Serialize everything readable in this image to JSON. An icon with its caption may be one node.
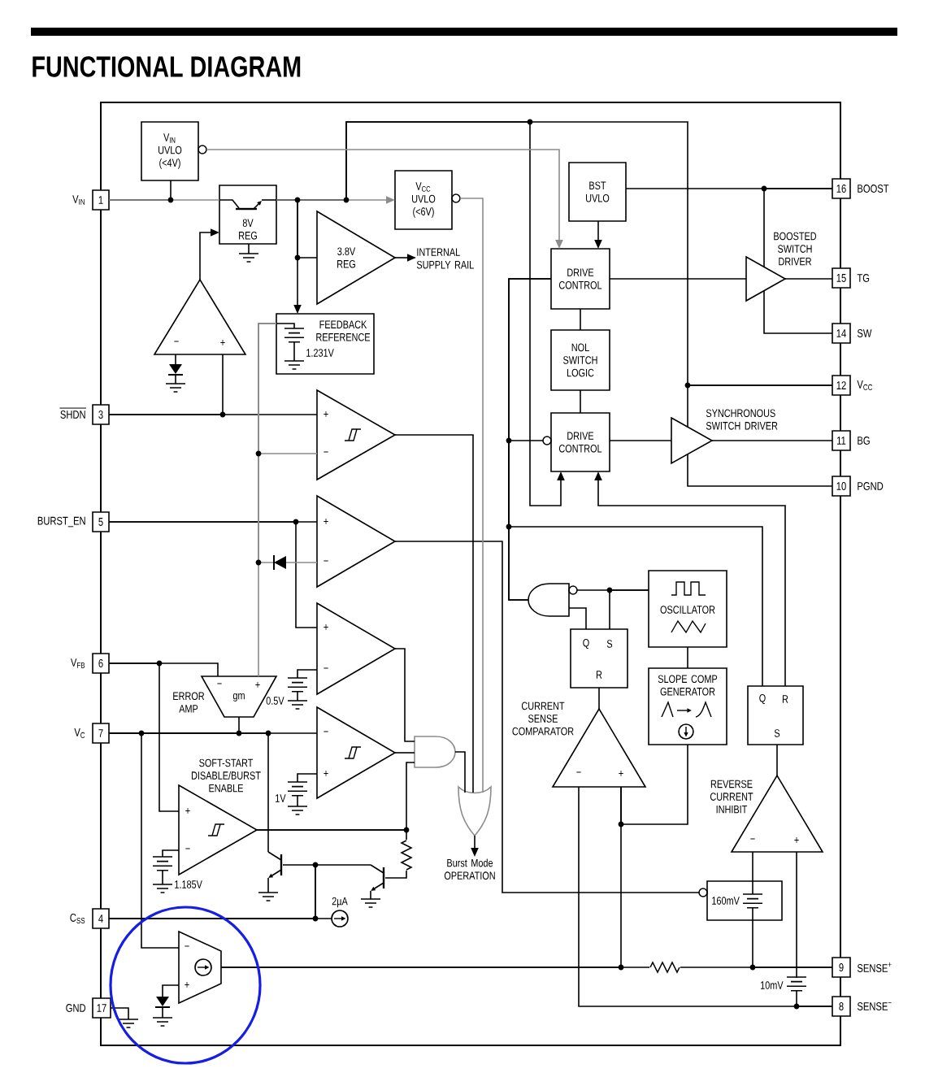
{
  "diagram": {
    "title": "FUNCTIONAL DIAGRAM",
    "nodes": [
      {
        "text": [
          "V$_{IN}$ UVLO (<4V)"
        ]
      },
      {
        "text": [
          "BST UVLO"
        ]
      },
      {
        "text": [
          "16"
        ],
        "beside": [
          "BOOST"
        ]
      },
      {
        "text": [
          "1"
        ],
        "beside": [
          "V$_{IN}$"
        ]
      },
      {
        "text": [
          "8V REG"
        ]
      },
      {
        "text": [
          "V$_{CC}$ UVLO (<6V)"
        ]
      },
      {
        "text": [
          "3.8V REG"
        ]
      },
      {
        "text": [
          "INTERNAL SUPPLY RAIL"
        ]
      },
      {
        "text": [
          "DRIVE CONTROL"
        ]
      },
      {
        "text": [],
        "shape": "triangle",
        "beside": [
          "BOOSTED SWITCH DRIVER"
        ]
      },
      {
        "text": [
          "15"
        ],
        "beside": [
          "TG"
        ]
      },
      {
        "text": [
          "−",
          "+"
        ]
      },
      {
        "text": [
          "FEEDBACK REFERENCE",
          "1.231V"
        ]
      },
      {
        "text": [
          "NOL SWITCH LOGIC"
        ]
      },
      {
        "text": [
          "14"
        ],
        "beside": [
          "SW"
        ]
      },
      {
        "text": [
          "12"
        ],
        "beside": [
          "V$_{CC}$"
        ]
      },
      {
        "text": [
          "3"
        ],
        "beside": [
          "SHDN"
        ]
      },
      {
        "text": [
          "+",
          "−"
        ]
      },
      {
        "text": [
          "DRIVE CONTROL"
        ]
      },
      {
        "text": [],
        "shape": "triangle",
        "beside": [
          "SYNCHRONOUS SWITCH DRIVER"
        ]
      },
      {
        "text": [
          "11"
        ],
        "beside": [
          "BG"
        ]
      },
      {
        "text": [
          "10"
        ],
        "beside": [
          "PGND"
        ]
      },
      {
        "text": [
          "5"
        ],
        "beside": [
          "BURST_EN"
        ]
      },
      {
        "text": [
          "+",
          "−"
        ]
      },
      {
        "text": [
          "OSCILLATOR"
        ]
      },
      {
        "text": [],
        "shape": "gate"
      },
      {
        "text": [
          "+",
          "−"
        ]
      },
      {
        "text": [
          "Q",
          "S",
          "R"
        ]
      },
      {
        "text": [
          "6"
        ],
        "beside": [
          "V$_{FB}$"
        ]
      },
      {
        "text": [
          "−",
          "gm",
          "+"
        ],
        "beside": [
          "ERROR AMP"
        ]
      },
      {
        "text": [
          "SLOPE COMP GENERATOR"
        ]
      },
      {
        "text": [
          "Q",
          "R",
          "S"
        ]
      },
      {
        "text": [
          "−",
          "+"
        ],
        "beside": [
          "CURRENT SENSE COMPARATOR"
        ]
      },
      {
        "text": [
          "−",
          "+"
        ]
      },
      {
        "text": [
          "7"
        ],
        "beside": [
          "V$_{C}$"
        ]
      },
      {
        "text": [],
        "shape": "gate"
      },
      {
        "text": [
          "+",
          "−"
        ],
        "beside": [
          "SOFT-START DISABLE/BURST ENABLE"
        ]
      },
      {
        "text": [],
        "shape": "gate"
      },
      {
        "text": [
          "−",
          "+"
        ],
        "beside": [
          "REVERSE CURRENT INHIBIT"
        ]
      },
      {
        "text": [
          "Burst Mode OPERATION"
        ]
      },
      {
        "text": [
          "160mV"
        ]
      },
      {
        "text": [
          "4"
        ],
        "beside": [
          "C$_{SS}$"
        ]
      },
      {
        "text": [
          "−",
          "+"
        ]
      },
      {
        "text": [
          "9"
        ],
        "beside": [
          "SENSE$^{+}$"
        ]
      },
      {
        "text": [
          "8"
        ],
        "beside": [
          "SENSE$^{−}$"
        ]
      },
      {
        "text": [
          "17"
        ],
        "beside": [
          "GND"
        ]
      },
      {
        "text": [],
        "shape": "diode"
      },
      {
        "text": [],
        "shape": "transistor"
      },
      {
        "text": [],
        "shape": "transistor"
      },
      {
        "text": [],
        "shape": "circle",
        "beside": [
          "2µA"
        ]
      }
    ],
    "edges": [
      {
        "from": 3,
        "to": 0,
        "arrow": "none"
      },
      {
        "from": 3,
        "to": 4,
        "arrow": "none",
        "color": "#8c8c8c"
      },
      {
        "from": 4,
        "to": 5,
        "arrow": "to",
        "color": "#8c8c8c"
      },
      {
        "from": 4,
        "to": 6,
        "arrow": "none"
      },
      {
        "from": 4,
        "to": 12,
        "arrow": "to"
      },
      {
        "from": 4,
        "to": 15,
        "arrow": "none"
      },
      {
        "from": 4,
        "to": 18,
        "arrow": "to"
      },
      {
        "from": 0,
        "to": 8,
        "arrow": "to",
        "color": "#8c8c8c"
      },
      {
        "from": 5,
        "to": 37,
        "arrow": "none",
        "color": "#8c8c8c"
      },
      {
        "from": 6,
        "to": 7,
        "arrow": "to"
      },
      {
        "from": 1,
        "to": 2,
        "arrow": "none"
      },
      {
        "from": 1,
        "to": 8,
        "arrow": "to"
      },
      {
        "from": 2,
        "to": 9,
        "arrow": "none"
      },
      {
        "from": 8,
        "to": 9,
        "arrow": "none"
      },
      {
        "from": 9,
        "to": 10,
        "arrow": "none"
      },
      {
        "from": 9,
        "to": 14,
        "arrow": "none"
      },
      {
        "from": 8,
        "to": 13,
        "arrow": "none"
      },
      {
        "from": 13,
        "to": 18,
        "arrow": "none"
      },
      {
        "from": 18,
        "to": 19,
        "arrow": "none"
      },
      {
        "from": 19,
        "to": 20,
        "arrow": "none"
      },
      {
        "from": 19,
        "to": 21,
        "arrow": "none"
      },
      {
        "from": 15,
        "to": 19,
        "arrow": "none"
      },
      {
        "from": 11,
        "to": 4,
        "arrow": "to"
      },
      {
        "from": 16,
        "to": 11,
        "arrow": "none"
      },
      {
        "from": 16,
        "to": 17,
        "arrow": "none"
      },
      {
        "from": 12,
        "to": 17,
        "arrow": "none",
        "color": "#8c8c8c"
      },
      {
        "from": 12,
        "to": 46,
        "arrow": "none",
        "color": "#8c8c8c"
      },
      {
        "from": 12,
        "to": 29,
        "arrow": "none",
        "color": "#8c8c8c"
      },
      {
        "from": 17,
        "to": 37,
        "arrow": "none"
      },
      {
        "from": 22,
        "to": 23,
        "arrow": "none"
      },
      {
        "from": 22,
        "to": 26,
        "arrow": "none"
      },
      {
        "from": 23,
        "to": 40,
        "arrow": "none"
      },
      {
        "from": 26,
        "to": 35,
        "arrow": "none"
      },
      {
        "from": 33,
        "to": 35,
        "arrow": "none"
      },
      {
        "from": 36,
        "to": 35,
        "arrow": "none"
      },
      {
        "from": 35,
        "to": 37,
        "arrow": "none"
      },
      {
        "from": 37,
        "to": 39,
        "arrow": "to"
      },
      {
        "from": 28,
        "to": 29,
        "arrow": "none"
      },
      {
        "from": 28,
        "to": 36,
        "arrow": "none"
      },
      {
        "from": 29,
        "to": 34,
        "arrow": "none"
      },
      {
        "from": 34,
        "to": 33,
        "arrow": "none"
      },
      {
        "from": 34,
        "to": 42,
        "arrow": "none"
      },
      {
        "from": 42,
        "to": 32,
        "arrow": "none"
      },
      {
        "from": 42,
        "to": 43,
        "arrow": "none"
      },
      {
        "from": 43,
        "to": 40,
        "arrow": "none"
      },
      {
        "from": 40,
        "to": 38,
        "arrow": "none"
      },
      {
        "from": 44,
        "to": 32,
        "arrow": "none"
      },
      {
        "from": 44,
        "to": 38,
        "arrow": "none"
      },
      {
        "from": 30,
        "to": 32,
        "arrow": "none"
      },
      {
        "from": 24,
        "to": 30,
        "arrow": "none"
      },
      {
        "from": 24,
        "to": 25,
        "arrow": "none"
      },
      {
        "from": 24,
        "to": 27,
        "arrow": "none"
      },
      {
        "from": 27,
        "to": 25,
        "arrow": "none"
      },
      {
        "from": 32,
        "to": 27,
        "arrow": "none"
      },
      {
        "from": 38,
        "to": 31,
        "arrow": "none"
      },
      {
        "from": 25,
        "to": 8,
        "arrow": "none"
      },
      {
        "from": 25,
        "to": 18,
        "arrow": "none"
      },
      {
        "from": 31,
        "to": 8,
        "arrow": "none"
      },
      {
        "from": 31,
        "to": 18,
        "arrow": "to"
      },
      {
        "from": 46,
        "to": 23,
        "arrow": "none",
        "color": "#8c8c8c"
      },
      {
        "from": 34,
        "to": 47,
        "arrow": "none"
      },
      {
        "from": 41,
        "to": 47,
        "arrow": "none"
      },
      {
        "from": 41,
        "to": 48,
        "arrow": "none"
      },
      {
        "from": 41,
        "to": 49,
        "arrow": "none"
      },
      {
        "from": 36,
        "to": 48,
        "arrow": "none"
      }
    ],
    "labels": [
      "0.5V",
      "1V",
      "1.185V",
      "10mV"
    ]
  }
}
